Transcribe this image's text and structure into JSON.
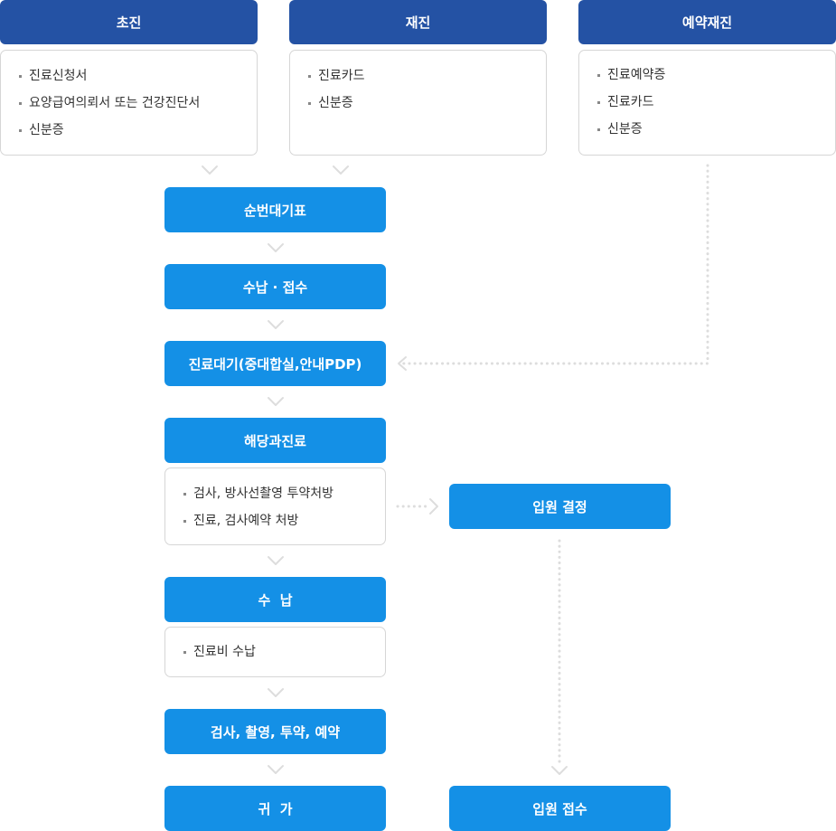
{
  "headers": [
    "초진",
    "재진",
    "예약재진"
  ],
  "entry_lists": [
    [
      "진료신청서",
      "요양급여의뢰서 또는 건강진단서",
      "신분증"
    ],
    [
      "진료카드",
      "신분증"
    ],
    [
      "진료예약증",
      "진료카드",
      "신분증"
    ]
  ],
  "steps": {
    "s1": "순번대기표",
    "s2": "수납 · 접수",
    "s3": "진료대기(중대합실,안내PDP)",
    "s4": "해당과진료",
    "s5": "수  납",
    "s6": "검사, 촬영, 투약, 예약",
    "s7": "귀  가"
  },
  "step_lists": {
    "after_s4": [
      "검사, 방사선촬영 투약처방",
      "진료, 검사예약 처방"
    ],
    "after_s5": [
      "진료비 수납"
    ]
  },
  "admission": {
    "decision": "입원 결정",
    "reception": "입원 접수"
  },
  "colors": {
    "header": "#2452a4",
    "step": "#1490e6",
    "connector": "#dddddd"
  }
}
